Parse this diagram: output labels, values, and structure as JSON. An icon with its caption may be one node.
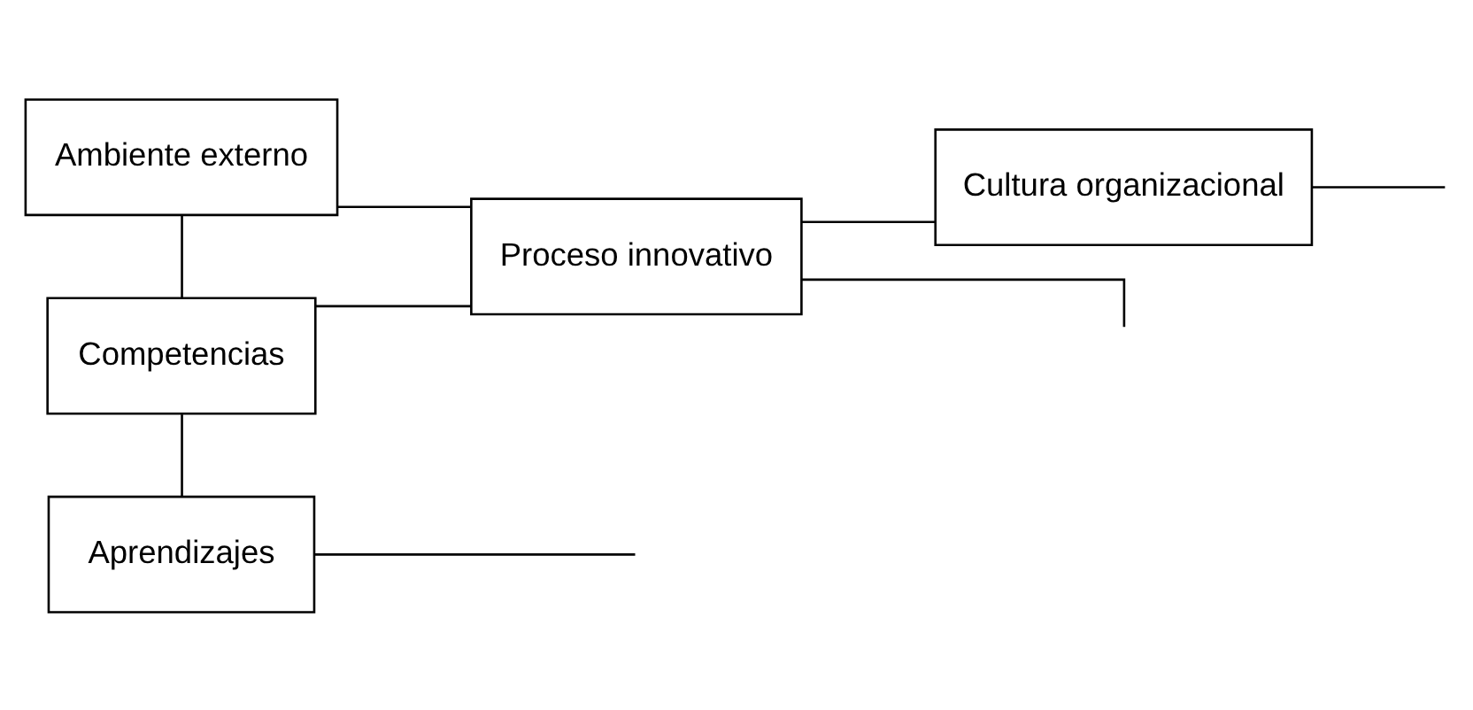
{
  "diagram": {
    "nodes": [
      {
        "text": [
          "Ambiente externo"
        ]
      },
      {
        "text": [
          "Competencias"
        ]
      },
      {
        "text": [
          "Aprendizajes"
        ]
      },
      {
        "text": [
          "Proceso innovativo"
        ]
      },
      {
        "text": [
          "Cultura organizacional"
        ]
      }
    ],
    "edges": [
      {
        "from": 0,
        "to": 1,
        "arrow": "none"
      },
      {
        "from": 1,
        "to": 2,
        "arrow": "none"
      },
      {
        "from": 1,
        "to": 3,
        "arrow": "none"
      },
      {
        "from": 3,
        "to": 4,
        "arrow": "none"
      },
      {
        "from": 0,
        "to": 3,
        "arrow": "none"
      },
      {
        "from": 2,
        "to": null,
        "arrow": "none"
      },
      {
        "from": 3,
        "to": null,
        "arrow": "none"
      },
      {
        "from": 4,
        "to": null,
        "arrow": "none"
      }
    ]
  }
}
